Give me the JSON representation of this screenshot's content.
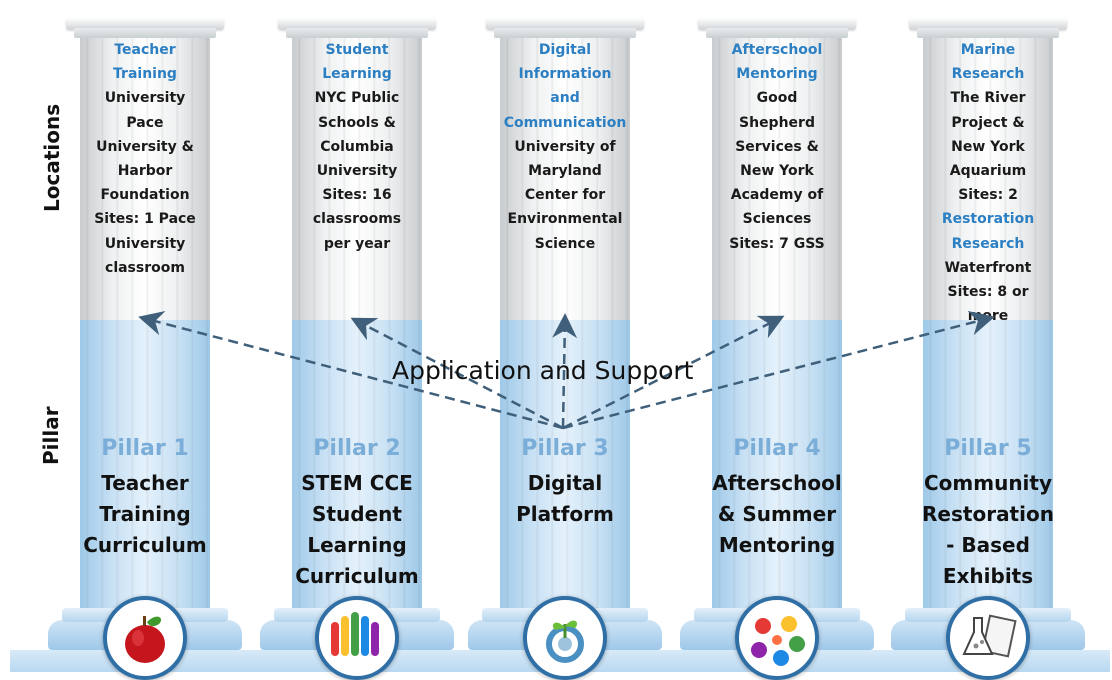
{
  "side_labels": {
    "top": "Locations",
    "bottom": "Pillar"
  },
  "center_label": "Application and Support",
  "pillars": [
    {
      "number": "Pillar 1",
      "name_lines": [
        "Teacher",
        "Training",
        "Curriculum"
      ],
      "location_lines": [
        {
          "text": "Teacher",
          "heading": true
        },
        {
          "text": "Training",
          "heading": true
        },
        {
          "text": "University",
          "heading": false
        },
        {
          "text": "Pace",
          "heading": false
        },
        {
          "text": "University &",
          "heading": false
        },
        {
          "text": "Harbor",
          "heading": false
        },
        {
          "text": "Foundation",
          "heading": false
        },
        {
          "text": "Sites: 1 Pace",
          "heading": false
        },
        {
          "text": "University",
          "heading": false
        },
        {
          "text": "classroom",
          "heading": false
        }
      ],
      "icon": "apple-icon"
    },
    {
      "number": "Pillar 2",
      "name_lines": [
        "STEM CCE",
        "Student",
        "Learning",
        "Curriculum"
      ],
      "location_lines": [
        {
          "text": "Student",
          "heading": true
        },
        {
          "text": "Learning",
          "heading": true
        },
        {
          "text": "NYC Public",
          "heading": false
        },
        {
          "text": "Schools &",
          "heading": false
        },
        {
          "text": "Columbia",
          "heading": false
        },
        {
          "text": "University",
          "heading": false
        },
        {
          "text": "Sites: 16",
          "heading": false
        },
        {
          "text": "classrooms",
          "heading": false
        },
        {
          "text": "per year",
          "heading": false
        }
      ],
      "icon": "raised-hands-icon"
    },
    {
      "number": "Pillar 3",
      "name_lines": [
        "Digital",
        "Platform"
      ],
      "location_lines": [
        {
          "text": "Digital",
          "heading": true
        },
        {
          "text": "Information",
          "heading": true
        },
        {
          "text": "and",
          "heading": true
        },
        {
          "text": "Communication",
          "heading": true
        },
        {
          "text": "University of",
          "heading": false
        },
        {
          "text": "Maryland",
          "heading": false
        },
        {
          "text": "Center for",
          "heading": false
        },
        {
          "text": "Environmental",
          "heading": false
        },
        {
          "text": "Science",
          "heading": false
        }
      ],
      "icon": "sprout-icon"
    },
    {
      "number": "Pillar 4",
      "name_lines": [
        "Afterschool",
        "& Summer",
        "Mentoring"
      ],
      "location_lines": [
        {
          "text": "Afterschool",
          "heading": true
        },
        {
          "text": "Mentoring",
          "heading": true
        },
        {
          "text": "Good",
          "heading": false
        },
        {
          "text": "Shepherd",
          "heading": false
        },
        {
          "text": "Services &",
          "heading": false
        },
        {
          "text": "New York",
          "heading": false
        },
        {
          "text": "Academy of",
          "heading": false
        },
        {
          "text": "Sciences",
          "heading": false
        },
        {
          "text": "Sites: 7 GSS",
          "heading": false
        }
      ],
      "icon": "colorful-hands-icon"
    },
    {
      "number": "Pillar 5",
      "name_lines": [
        "Community",
        "Restoration",
        "- Based",
        "Exhibits"
      ],
      "location_lines": [
        {
          "text": "Marine",
          "heading": true
        },
        {
          "text": "Research",
          "heading": true
        },
        {
          "text": "The River",
          "heading": false
        },
        {
          "text": "Project &",
          "heading": false
        },
        {
          "text": "New York",
          "heading": false
        },
        {
          "text": "Aquarium",
          "heading": false
        },
        {
          "text": "Sites: 2",
          "heading": false
        },
        {
          "text": "Restoration",
          "heading": true
        },
        {
          "text": "Research",
          "heading": true
        },
        {
          "text": "Waterfront",
          "heading": false
        },
        {
          "text": "Sites: 8 or",
          "heading": false
        },
        {
          "text": "more",
          "heading": false
        }
      ],
      "icon": "flask-notebook-icon"
    }
  ],
  "colors": {
    "heading_blue": "#2c7fc2",
    "pillar_number": "#7aaed8",
    "arrow": "#3f5f7a"
  }
}
